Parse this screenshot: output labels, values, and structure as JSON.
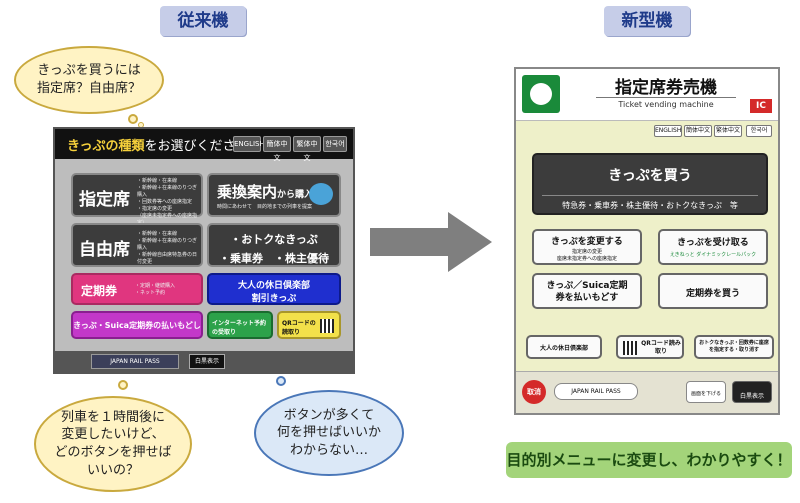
{
  "headings": {
    "old": "従来機",
    "new": "新型機"
  },
  "bubbles": {
    "top_left": "きっぷを買うには\n指定席？自由席？",
    "bottom_left": "列車を１時間後に\n変更したいけど、\nどのボタンを押せば\nいいの？",
    "bottom_center": "ボタンが多くて\n何を押せばいいか\nわからない…"
  },
  "old_machine": {
    "title_highlight": "きっぷの種類",
    "title_rest": "をお選びください",
    "languages": [
      "ENGLISH",
      "簡体中文",
      "繁体中文",
      "한국어"
    ],
    "reserved_label": "指定席",
    "reserved_notes": "・新幹線・在来線\n・新幹線＋在来線のりつぎ購入\n・回数券等への座席指定\n・指定席の変更\n（座席未指定券への座席指定）",
    "transfer_label": "乗換案内",
    "transfer_suffix": "から購入",
    "transfer_note": "時間にあわせて　目的地までの列車を提案",
    "unreserved_label": "自由席",
    "unreserved_notes": "・新幹線・在来線\n・新幹線＋在来線のりつぎ購入\n・新幹線自由席特急券の日付変更",
    "deals_line1": "・おトクなきっぷ",
    "deals_line2": "・乗車券　・株主優待",
    "commuter_label": "定期券",
    "commuter_notes": "・定期・継続購入\n・ネット予約",
    "holiday_club_line1": "大人の休日倶楽部",
    "holiday_club_line2": "割引きっぷ",
    "refund_label": "きっぷ・Suica定期券の払いもどし",
    "internet_label": "インターネット予約の受取り",
    "qr_label": "QRコードの読取り",
    "rail_pass": "JAPAN RAIL PASS",
    "contrast": "白黒表示"
  },
  "new_machine": {
    "title": "指定席券売機",
    "subtitle": "Ticket vending machine",
    "ic_badge": "IC",
    "languages": [
      "ENGLISH",
      "簡体中文",
      "繁体中文",
      "한국어"
    ],
    "buy_label": "きっぷを買う",
    "buy_note": "特急券・乗車券・株主優待・おトクなきっぷ　等",
    "change_label": "きっぷを変更する",
    "change_notes": "指定席の変更\n座席未指定券への座席指定",
    "receive_label": "きっぷを受け取る",
    "receive_note": "えきねっと  ダイナミックレールパック",
    "refund_label": "きっぷ／Suica定期券を払いもどす",
    "commuter_label": "定期券を買う",
    "holiday_club": "大人の休日倶楽部",
    "qr_label": "QRコード読み取り",
    "deals_note": "おトクなきっぷ・回数券に座席を指定する・取り消す",
    "cancel": "取消",
    "rail_pass": "JAPAN RAIL PASS",
    "lower": "画面を下げる",
    "contrast": "白黒表示"
  },
  "caption": "目的別メニューに変更し、わかりやすく！"
}
